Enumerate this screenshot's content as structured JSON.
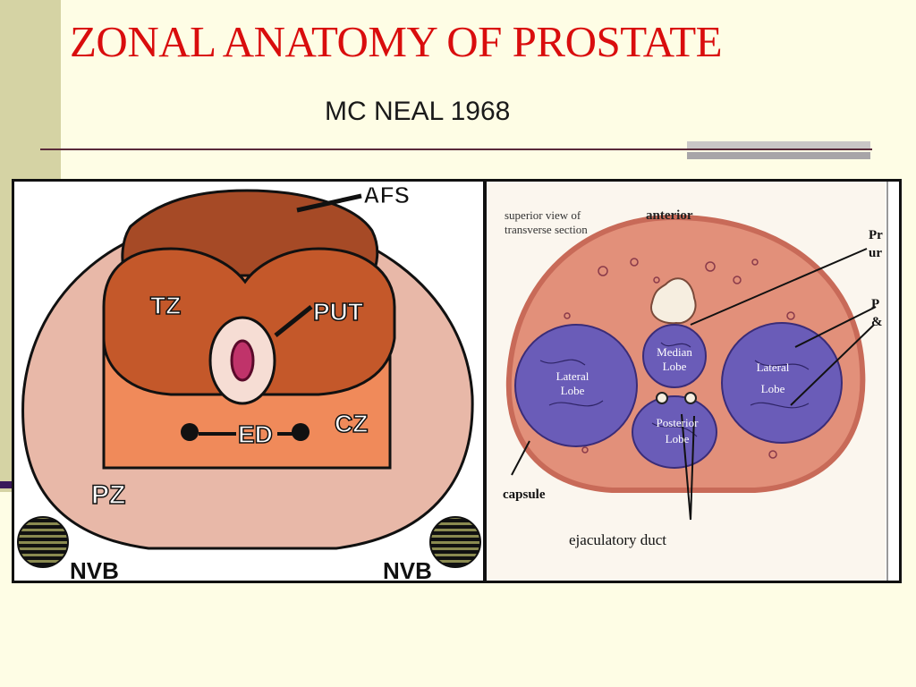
{
  "slide": {
    "title": "ZONAL ANATOMY OF PROSTATE",
    "subtitle": "MC NEAL 1968"
  },
  "zonal_diagram": {
    "labels": {
      "afs": "AFS",
      "tz": "TZ",
      "put": "PUT",
      "ed": "ED",
      "cz": "CZ",
      "pz": "PZ",
      "nvb_left": "NVB",
      "nvb_right": "NVB"
    },
    "colors": {
      "afs": "#a64a26",
      "tz": "#c4582a",
      "cz": "#f08a5a",
      "pz": "#e8b8a8",
      "outline": "#111111"
    }
  },
  "lobar_diagram": {
    "caption_line1": "superior view of",
    "caption_line2": "transverse section",
    "anterior": "anterior",
    "median_line1": "Median",
    "median_line2": "Lobe",
    "lateral_left_line1": "Lateral",
    "lateral_left_line2": "Lobe",
    "lateral_right_line1": "Lateral",
    "lateral_right_line2": "Lobe",
    "posterior_line1": "Posterior",
    "posterior_line2": "Lobe",
    "capsule": "capsule",
    "ejaculatory_duct": "ejaculatory duct",
    "cut_label_1a": "Pr",
    "cut_label_1b": "ur",
    "cut_label_2a": "P",
    "cut_label_2b": "&",
    "colors": {
      "tissue": "#e2907a",
      "lobe": "#6a5cb8",
      "capsule": "#c86a58"
    }
  }
}
